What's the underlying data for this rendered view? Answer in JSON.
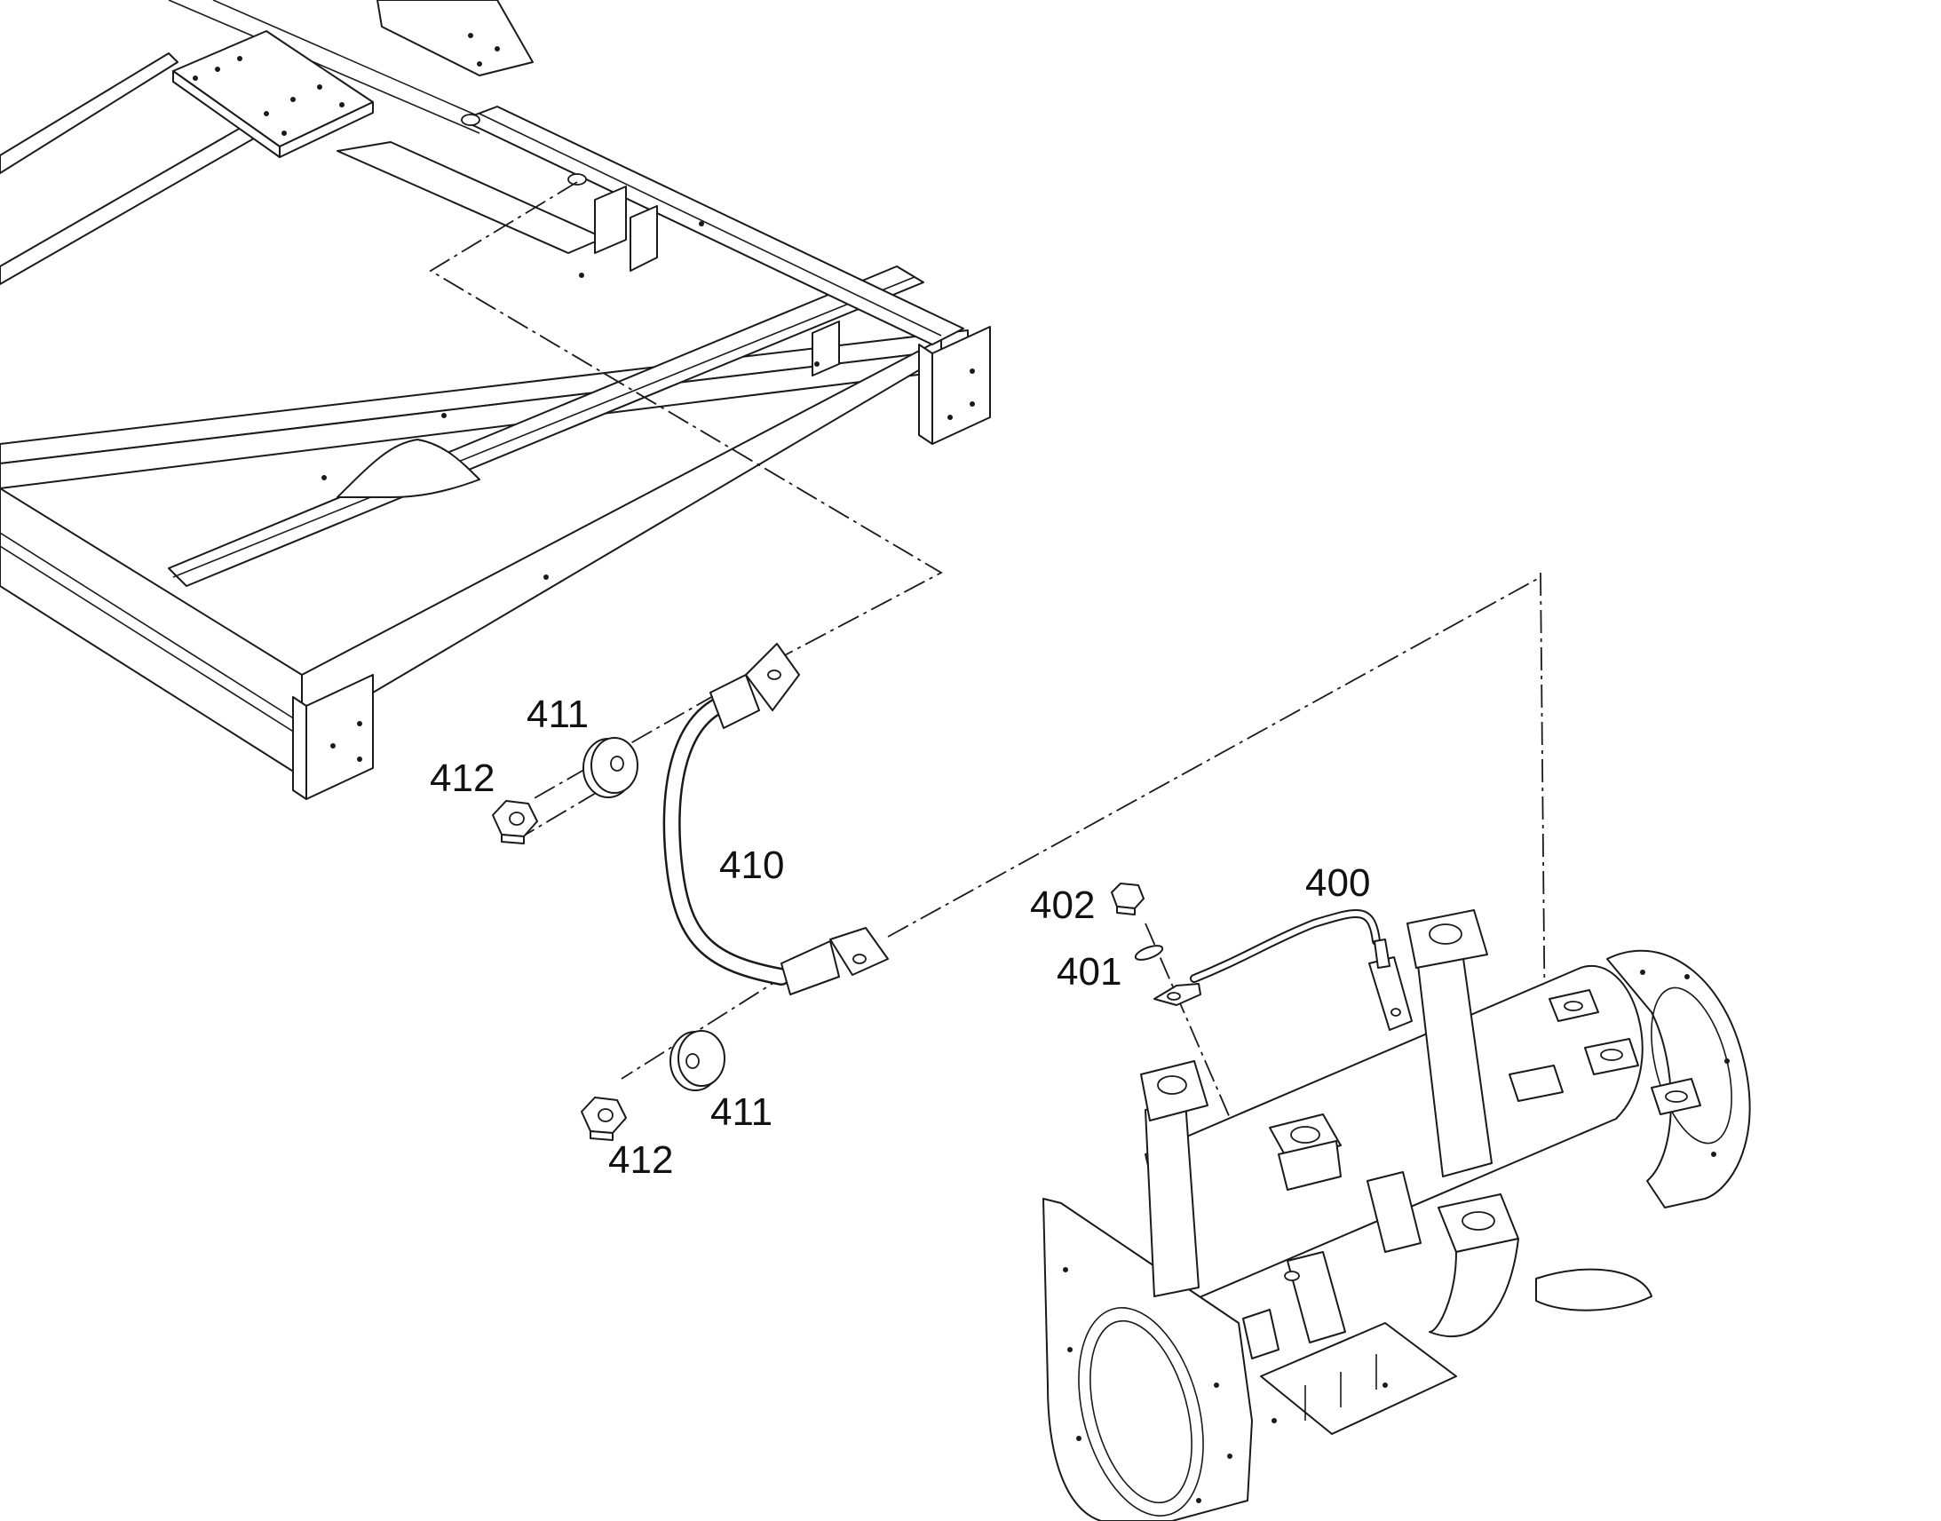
{
  "callouts": {
    "p400": "400",
    "p401": "401",
    "p402": "402",
    "p410": "410",
    "p411_top": "411",
    "p411_bottom": "411",
    "p412_top": "412",
    "p412_bottom": "412"
  }
}
